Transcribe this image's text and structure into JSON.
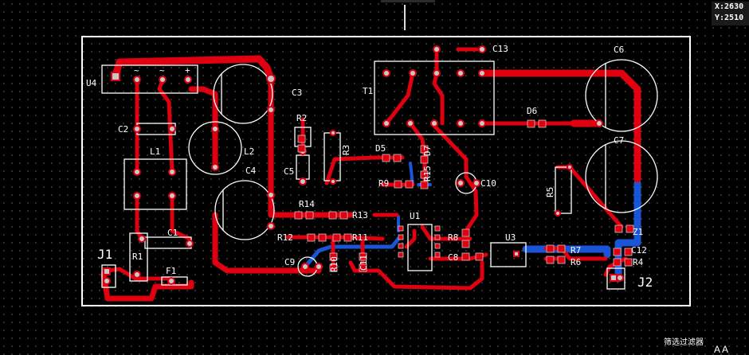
{
  "coords": {
    "x": "X:2630",
    "y": "Y:2510"
  },
  "filter_label": "筛选过滤器",
  "toolbar_icons": [
    "A",
    "A"
  ],
  "colors": {
    "top_layer": "#e00010",
    "bottom_layer": "#1a55d8",
    "silkscreen": "#ffffff",
    "pad": "#c8c8c8"
  },
  "labels": {
    "U4": "U4",
    "C2": "C2",
    "L1": "L1",
    "C1": "C1",
    "R1": "R1",
    "F1": "F1",
    "J1": "J1",
    "C3": "C3",
    "L2": "L2",
    "C4": "C4",
    "C9": "C9",
    "R2": "R2",
    "C5": "C5",
    "R3": "R3",
    "R14": "R14",
    "R13": "R13",
    "R12": "R12",
    "R11": "R11",
    "R10": "R10",
    "C11": "C11",
    "T1": "T1",
    "C13": "C13",
    "D5": "D5",
    "D7": "D7",
    "R15": "R15",
    "R9": "R9",
    "C10": "C10",
    "U1": "U1",
    "R8": "R8",
    "C8": "C8",
    "U3": "U3",
    "D6": "D6",
    "C6": "C6",
    "C7": "C7",
    "R5": "R5",
    "R7": "R7",
    "R6": "R6",
    "Z1": "Z1",
    "C12": "C12",
    "R4": "R4",
    "J2": "J2"
  },
  "u4_pins": [
    "~",
    "~",
    "+"
  ]
}
